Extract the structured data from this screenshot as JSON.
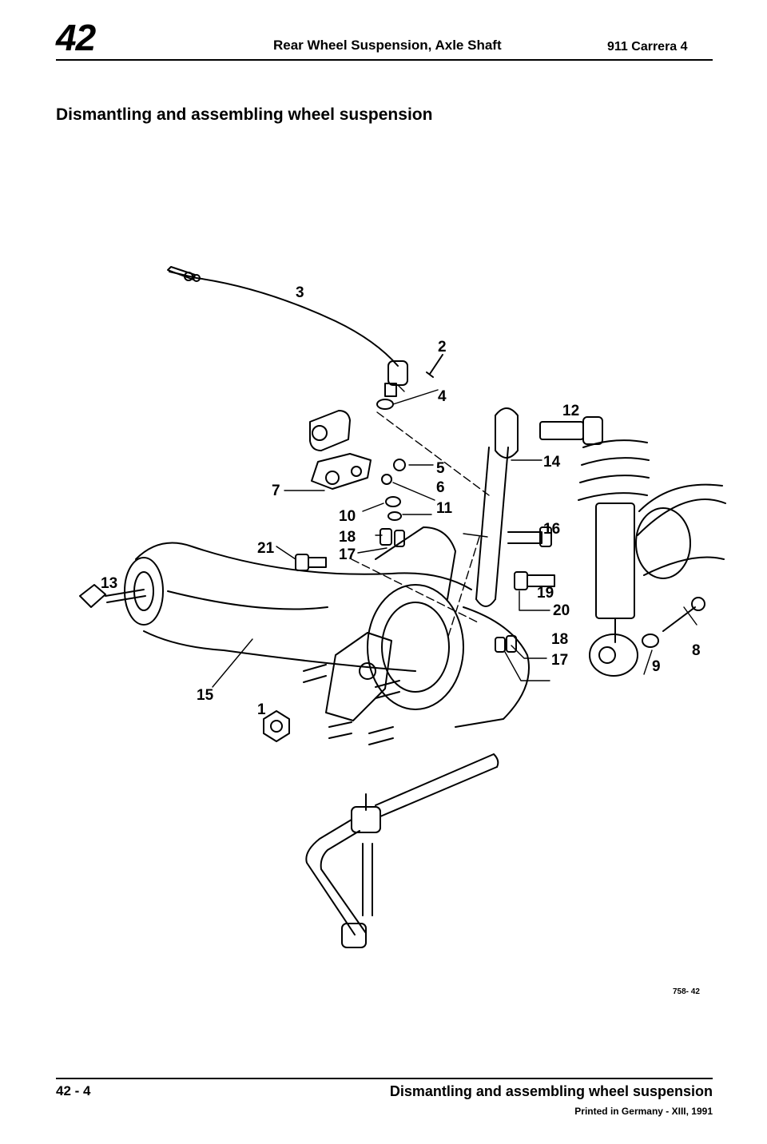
{
  "header": {
    "chapter": "42",
    "title": "Rear Wheel Suspension, Axle Shaft",
    "model": "911 Carrera 4"
  },
  "section_title": "Dismantling and assembling wheel suspension",
  "figure": {
    "callouts": [
      "1",
      "2",
      "3",
      "4",
      "5",
      "6",
      "7",
      "8",
      "9",
      "10",
      "11",
      "12",
      "13",
      "14",
      "15",
      "16",
      "17",
      "18",
      "19",
      "20",
      "21",
      "18",
      "17"
    ],
    "figure_id": "758- 42"
  },
  "footer": {
    "page_number": "42 - 4",
    "title": "Dismantling and assembling wheel suspension",
    "print_info": "Printed in Germany - XIII, 1991"
  }
}
